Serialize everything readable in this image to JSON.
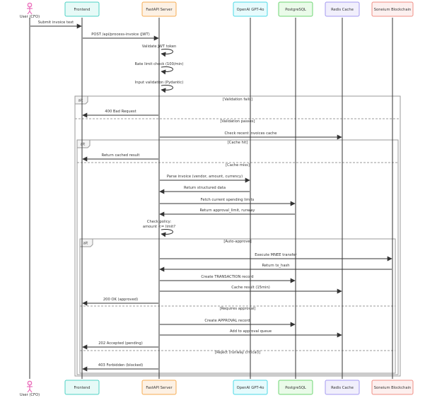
{
  "participants": [
    {
      "id": "user",
      "label": "User (CFO)",
      "kind": "actor",
      "fill": "#fce8f3",
      "stroke": "#e754b0"
    },
    {
      "id": "frontend",
      "label": "Frontend",
      "kind": "box",
      "fill": "#e6faf7",
      "stroke": "#4fd1c5"
    },
    {
      "id": "api",
      "label": "FastAPI Server",
      "kind": "box",
      "fill": "#fdf1e4",
      "stroke": "#f6ad55"
    },
    {
      "id": "openai",
      "label": "OpenAI GPT-4o",
      "kind": "box",
      "fill": "#e6fbfd",
      "stroke": "#4dd8e6"
    },
    {
      "id": "pg",
      "label": "PostgreSQL",
      "kind": "box",
      "fill": "#eafbe9",
      "stroke": "#6fd673"
    },
    {
      "id": "redis",
      "label": "Redis Cache",
      "kind": "box",
      "fill": "#f1effc",
      "stroke": "#a49af0"
    },
    {
      "id": "chain",
      "label": "Soneium Blockchain",
      "kind": "box",
      "fill": "#fdf0ef",
      "stroke": "#f08f86"
    }
  ],
  "messages": [
    {
      "from": "user",
      "to": "frontend",
      "label": "Submit invoice text",
      "dashed": false
    },
    {
      "from": "frontend",
      "to": "api",
      "label": "POST /api/process-invoice (JWT)",
      "dashed": false
    },
    {
      "from": "api",
      "to": "api",
      "label": "Validate JWT token",
      "dashed": false
    },
    {
      "from": "api",
      "to": "api",
      "label": "Rate limit check (100/min)",
      "dashed": false
    },
    {
      "from": "api",
      "to": "api",
      "label": "Input validation (Pydantic)",
      "dashed": false
    },
    {
      "from": "api",
      "to": "frontend",
      "label": "400 Bad Request",
      "dashed": false
    },
    {
      "from": "api",
      "to": "redis",
      "label": "Check recent invoices cache",
      "dashed": false
    },
    {
      "from": "api",
      "to": "frontend",
      "label": "Return cached result",
      "dashed": false
    },
    {
      "from": "api",
      "to": "openai",
      "label": "Parse invoice (vendor, amount, currency)",
      "dashed": false
    },
    {
      "from": "openai",
      "to": "api",
      "label": "Return structured data",
      "dashed": false
    },
    {
      "from": "api",
      "to": "pg",
      "label": "Fetch current spending limits",
      "dashed": false
    },
    {
      "from": "pg",
      "to": "api",
      "label": "Return approval_limit, runway",
      "dashed": false
    },
    {
      "from": "api",
      "to": "api",
      "label": "Check policy:",
      "label2": "amount <= limit?",
      "dashed": false
    },
    {
      "from": "api",
      "to": "chain",
      "label": "Execute MNEE transfer",
      "dashed": false
    },
    {
      "from": "chain",
      "to": "api",
      "label": "Return tx_hash",
      "dashed": false
    },
    {
      "from": "api",
      "to": "pg",
      "label": "Create TRANSACTION record",
      "dashed": false
    },
    {
      "from": "api",
      "to": "redis",
      "label": "Cache result (15min)",
      "dashed": false
    },
    {
      "from": "api",
      "to": "frontend",
      "label": "200 OK (approved)",
      "dashed": false
    },
    {
      "from": "api",
      "to": "pg",
      "label": "Create APPROVAL record",
      "dashed": false
    },
    {
      "from": "api",
      "to": "redis",
      "label": "Add to approval queue",
      "dashed": false
    },
    {
      "from": "api",
      "to": "frontend",
      "label": "202 Accepted (pending)",
      "dashed": false
    },
    {
      "from": "api",
      "to": "frontend",
      "label": "403 Forbidden (blocked)",
      "dashed": false
    }
  ],
  "fragments": [
    {
      "type": "alt",
      "sections": [
        "[Validation fails]",
        "[Validation passes]"
      ]
    },
    {
      "type": "alt",
      "sections": [
        "[Cache hit]",
        "[Cache miss]"
      ]
    },
    {
      "type": "alt",
      "sections": [
        "[Auto-approve]",
        "[Requires approval]",
        "[Reject (runway critical)]"
      ]
    }
  ]
}
